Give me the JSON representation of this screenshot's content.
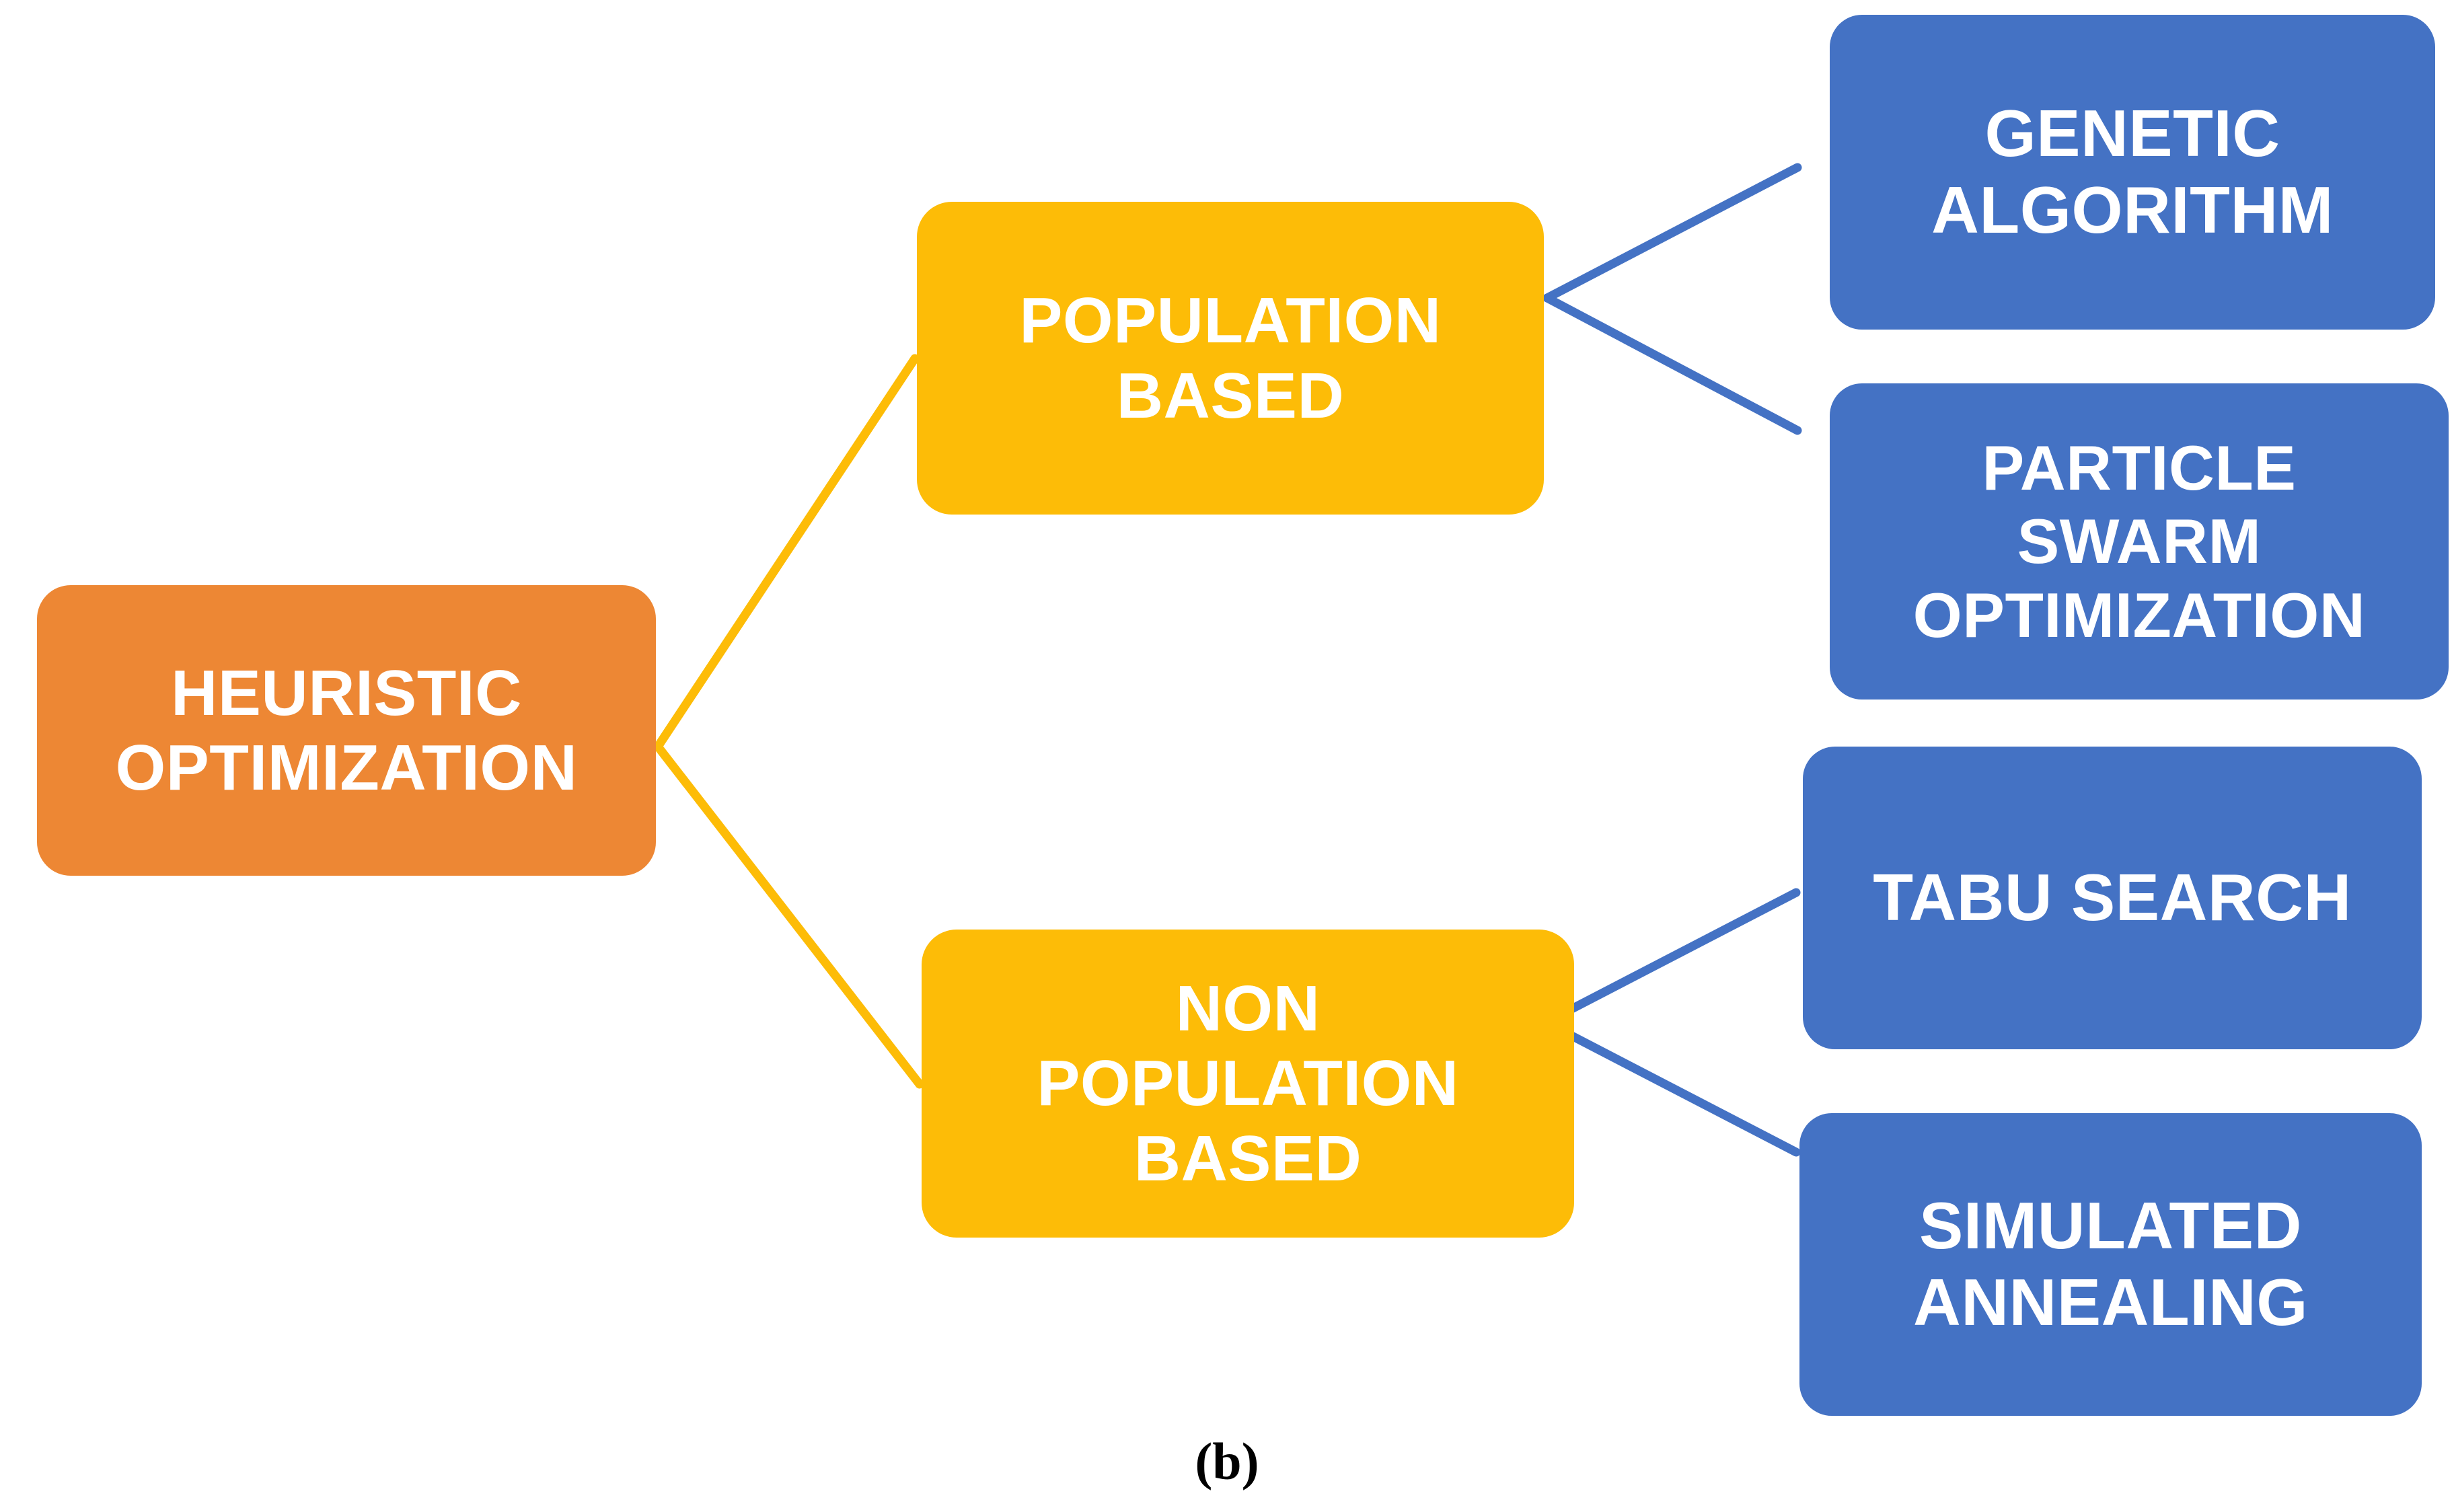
{
  "figure": {
    "caption": "(b)",
    "background": "#FFFFFF"
  },
  "colors": {
    "root": "#ED8734",
    "branch": "#FDBC07",
    "leaf": "#4472C4",
    "text": "#FFFFFF",
    "connector_branch": "#FDBC07",
    "connector_leaf": "#4472C4"
  },
  "tree": {
    "root": {
      "label": "HEURISTIC\nOPTIMIZATION",
      "color": "#ED8734"
    },
    "branches": [
      {
        "label": "POPULATION\nBASED",
        "color": "#FDBC07",
        "children": [
          {
            "label": "GENETIC\nALGORITHM",
            "color": "#4472C4"
          },
          {
            "label": "PARTICLE\nSWARM\nOPTIMIZATION",
            "color": "#4472C4"
          }
        ]
      },
      {
        "label": "NON\nPOPULATION\nBASED",
        "color": "#FDBC07",
        "children": [
          {
            "label": "TABU SEARCH",
            "color": "#4472C4"
          },
          {
            "label": "SIMULATED\nANNEALING",
            "color": "#4472C4"
          }
        ]
      }
    ]
  }
}
